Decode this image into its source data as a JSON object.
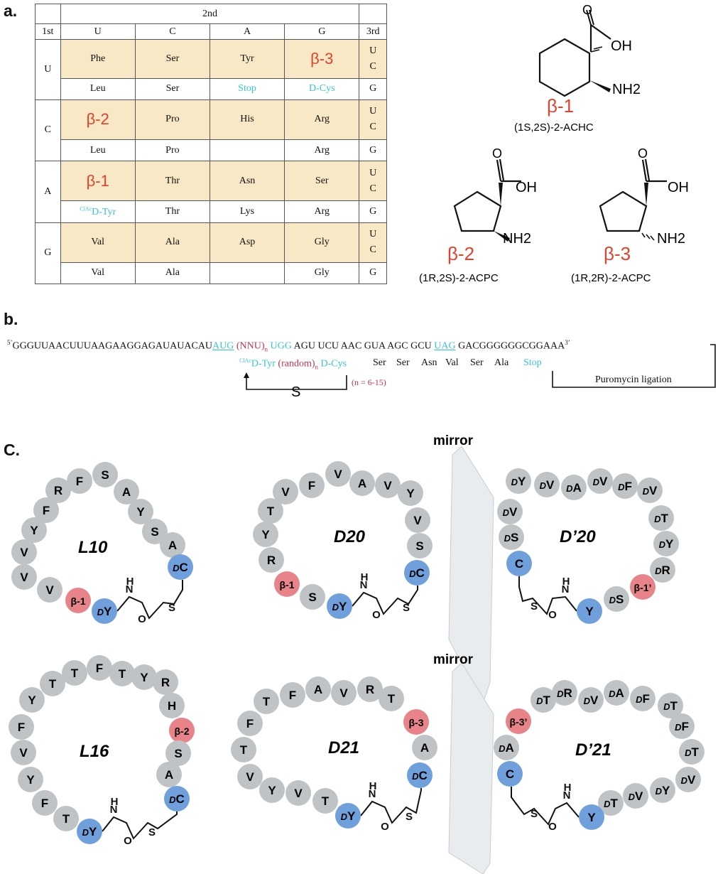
{
  "panel_labels": {
    "a": "a.",
    "b": "b.",
    "c": "C."
  },
  "table": {
    "header_2nd": "2nd",
    "header_1st": "1st",
    "header_3rd": "3rd",
    "cols": [
      "U",
      "C",
      "A",
      "G"
    ],
    "rows": [
      {
        "first": "U",
        "hl": [
          "Phe",
          "Ser",
          "Tyr",
          "β-3"
        ],
        "g": [
          "Leu",
          "Ser",
          "Stop",
          "D-Cys"
        ]
      },
      {
        "first": "C",
        "hl": [
          "β-2",
          "Pro",
          "His",
          "Arg"
        ],
        "g": [
          "Leu",
          "Pro",
          "",
          "Arg"
        ]
      },
      {
        "first": "A",
        "hl": [
          "β-1",
          "Thr",
          "Asn",
          "Ser"
        ],
        "g": [
          "ClAcD-Tyr",
          "Thr",
          "Lys",
          "Arg"
        ]
      },
      {
        "first": "G",
        "hl": [
          "Val",
          "Ala",
          "Asp",
          "Gly"
        ],
        "g": [
          "Val",
          "Ala",
          "",
          "Gly"
        ]
      }
    ],
    "third": [
      "U",
      "C",
      "G"
    ]
  },
  "structures": {
    "b1": {
      "label": "β-1",
      "name": "(1S,2S)-2-ACHC"
    },
    "b2": {
      "label": "β-2",
      "name": "(1R,2S)-2-ACPC"
    },
    "b3": {
      "label": "β-3",
      "name": "(1R,2R)-2-ACPC"
    },
    "oh": "OH",
    "o": "O",
    "nh2": "NH2"
  },
  "sequence": {
    "five": "5’",
    "lead": "GGGUUAACUUUAAGAAGGAGAUAUACAU",
    "aug": "AUG",
    "nnu": "(NNU)",
    "nnu_sub": "n",
    "ugg": "UGG",
    "mid": "AGU UCU AAC GUA AGC GCU",
    "uag": "UAG",
    "tail": "GACGGGGGGCGGAAA",
    "three": "3’",
    "aa_clac": "ClAc",
    "aa_dtyr": "D-Tyr",
    "aa_random": "(random)",
    "aa_random_sub": "n",
    "aa_dcys": "D-Cys",
    "aa_list": [
      "Ser",
      "Ser",
      "Asn",
      "Val",
      "Ser",
      "Ala"
    ],
    "aa_stop": "Stop",
    "n_range": "(n = 6-15)",
    "s_label": "S",
    "puromycin": "Puromycin ligation"
  },
  "peptides": {
    "mirror": "mirror",
    "L10": "L10",
    "D20": "D20",
    "Dp20": "D’20",
    "L16": "L16",
    "D21": "D21",
    "Dp21": "D’21",
    "link": {
      "h": "H",
      "n": "N",
      "o": "O",
      "s": "S"
    }
  },
  "colors": {
    "grey_bead": "#bfc3c5",
    "blue_bead": "#6fa0dc",
    "pink_bead": "#e88489",
    "highlight": "#f8e8c5",
    "red_text": "#e2412b",
    "cyan_text": "#38c3dc"
  }
}
